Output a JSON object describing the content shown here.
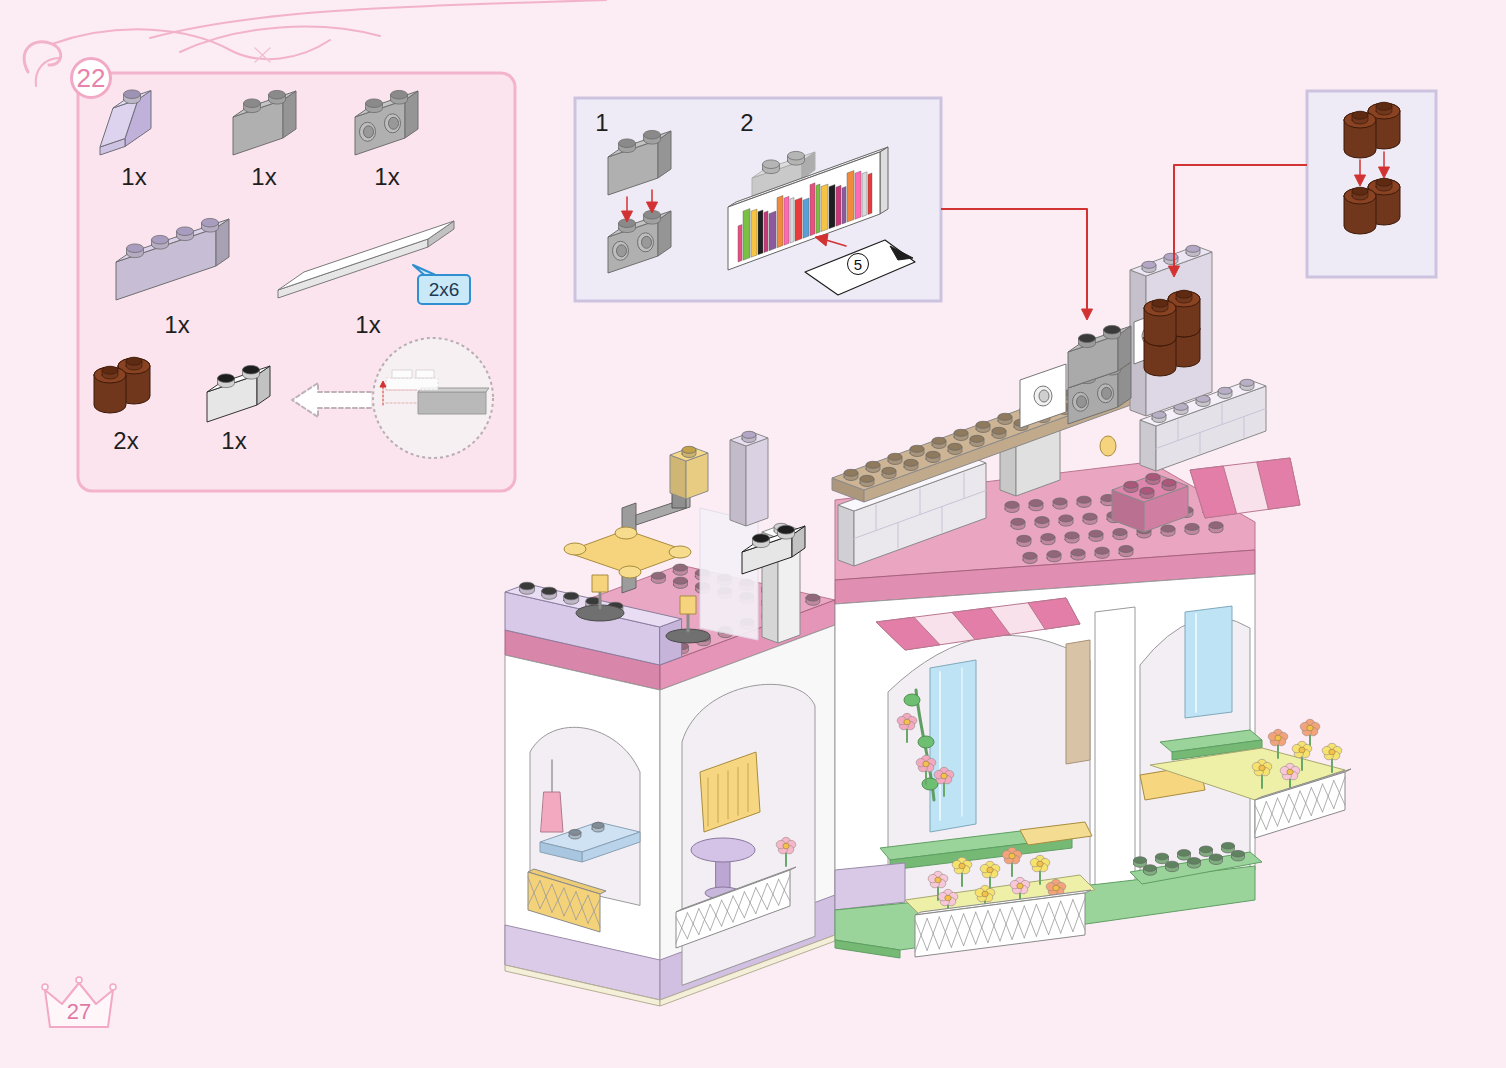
{
  "diagram": {
    "nodes": [
      {
        "text": [
          "22"
        ]
      },
      {
        "text": [
          "2x6"
        ]
      },
      {
        "text": [
          "5"
        ]
      },
      {
        "text": [
          "27"
        ]
      }
    ],
    "labels": [
      "1x",
      "1x",
      "1x",
      "1x",
      "1x",
      "2x",
      "1x",
      "1",
      "2"
    ]
  }
}
